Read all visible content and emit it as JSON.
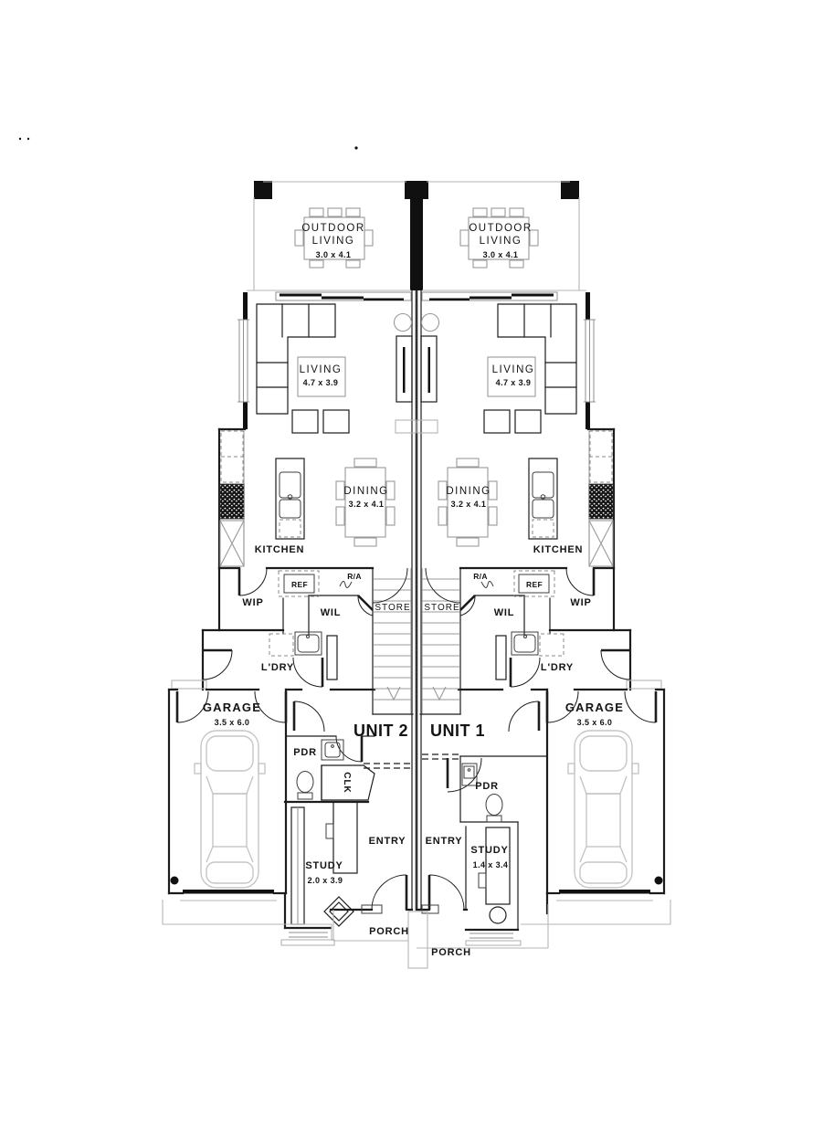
{
  "plan": {
    "unit2": {
      "unit_label": "UNIT 2",
      "outdoor_living": {
        "line1": "OUTDOOR",
        "line2": "LIVING",
        "dim": "3.0 x 4.1"
      },
      "living": {
        "name": "LIVING",
        "dim": "4.7 x 3.9"
      },
      "dining": {
        "name": "DINING",
        "dim": "3.2 x 4.1"
      },
      "kitchen": "KITCHEN",
      "fridge": "REF",
      "return_air": "R/A",
      "pantry": "WIP",
      "linen": "WIL",
      "store": "STORE",
      "laundry": "L'DRY",
      "garage": {
        "name": "GARAGE",
        "dim": "3.5 x 6.0"
      },
      "powder": "PDR",
      "cloak": "CLK",
      "entry": "ENTRY",
      "study": {
        "name": "STUDY",
        "dim": "2.0 x 3.9"
      },
      "porch": "PORCH"
    },
    "unit1": {
      "unit_label": "UNIT 1",
      "outdoor_living": {
        "line1": "OUTDOOR",
        "line2": "LIVING",
        "dim": "3.0 x 4.1"
      },
      "living": {
        "name": "LIVING",
        "dim": "4.7 x 3.9"
      },
      "dining": {
        "name": "DINING",
        "dim": "3.2 x 4.1"
      },
      "kitchen": "KITCHEN",
      "fridge": "REF",
      "return_air": "R/A",
      "pantry": "WIP",
      "linen": "WIL",
      "store": "STORE",
      "laundry": "L'DRY",
      "garage": {
        "name": "GARAGE",
        "dim": "3.5 x 6.0"
      },
      "powder": "PDR",
      "entry": "ENTRY",
      "study": {
        "name": "STUDY",
        "dim": "1.4 x 3.4"
      },
      "porch": "PORCH"
    },
    "colors": {
      "walls": "#1c1c1c",
      "furniture": "#999999",
      "site": "#b5b5b5"
    }
  }
}
